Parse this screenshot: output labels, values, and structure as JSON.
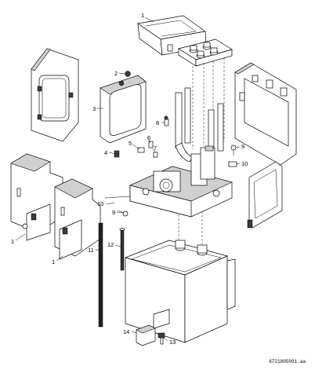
{
  "callouts": {
    "c1a": "1",
    "c1b": "1",
    "c1c": "1",
    "c2": "2",
    "c3": "3",
    "c4": "4",
    "c5": "5",
    "c6": "6",
    "c7": "7",
    "c8": "8",
    "c9a": "9",
    "c9b": "9",
    "c10a": "10",
    "c10b": "10",
    "c11": "11",
    "c12": "12",
    "c13": "13",
    "c14": "14"
  },
  "reference_code": "6721805091.aa"
}
